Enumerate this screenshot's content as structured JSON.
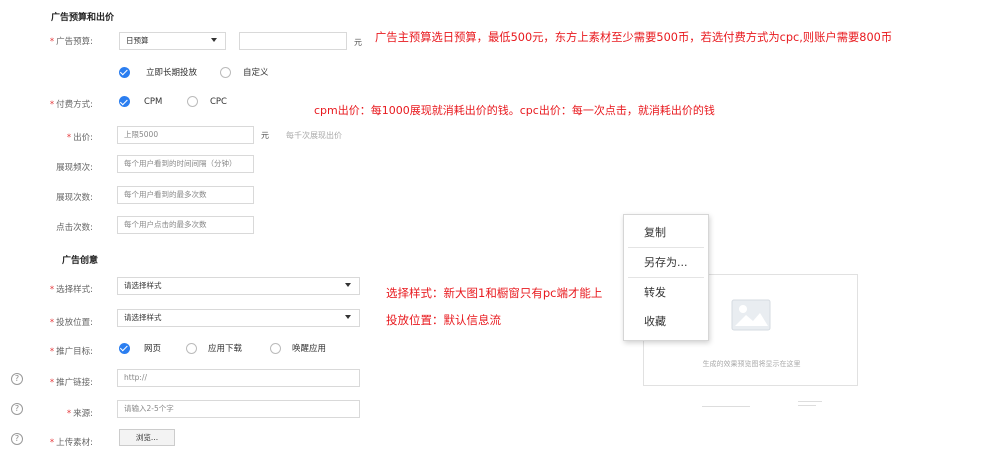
{
  "sections": {
    "budget_title": "广告预算和出价",
    "creative_title": "广告创意"
  },
  "budget": {
    "label": "广告预算:",
    "select_value": "日预算",
    "unit": "元",
    "radio_long": "立即长期投放",
    "radio_custom": "自定义"
  },
  "payment": {
    "label": "付费方式:",
    "cpm": "CPM",
    "cpc": "CPC"
  },
  "bid": {
    "label": "出价:",
    "placeholder": "上限5000",
    "unit": "元",
    "hint": "每千次展现出价"
  },
  "frequency": {
    "label": "展现频次:",
    "placeholder": "每个用户看到的时间间隔（分钟）"
  },
  "impressions": {
    "label": "展现次数:",
    "placeholder": "每个用户看到的最多次数"
  },
  "clicks": {
    "label": "点击次数:",
    "placeholder": "每个用户点击的最多次数"
  },
  "style": {
    "label": "选择样式:",
    "value": "请选择样式"
  },
  "position": {
    "label": "投放位置:",
    "value": "请选择样式"
  },
  "target": {
    "label": "推广目标:",
    "web": "网页",
    "app": "应用下载",
    "wakeup": "唤醒应用"
  },
  "link": {
    "label": "推广链接:",
    "placeholder": "http://"
  },
  "source": {
    "label": "来源:",
    "placeholder": "请输入2-5个字"
  },
  "upload": {
    "label": "上传素材:",
    "button": "浏览..."
  },
  "preview": {
    "caption": "生成的效果预览图将显示在这里"
  },
  "context_menu": {
    "items": [
      "复制",
      "另存为...",
      "转发",
      "收藏"
    ]
  },
  "annotations": {
    "budget_note": "广告主预算选日预算，最低500元，东方上素材至少需要500币，若选付费方式为cpc,则账户需要800币",
    "bid_note": "cpm出价：每1000展现就消耗出价的钱。cpc出价：每一次点击，就消耗出价的钱",
    "style_note": "选择样式：新大图1和橱窗只有pc端才能上",
    "position_note": "投放位置：默认信息流"
  },
  "colors": {
    "accent": "#2b7ef0",
    "annotation": "#e8191e",
    "required": "#e4393c"
  },
  "icons": {
    "help": "?"
  }
}
